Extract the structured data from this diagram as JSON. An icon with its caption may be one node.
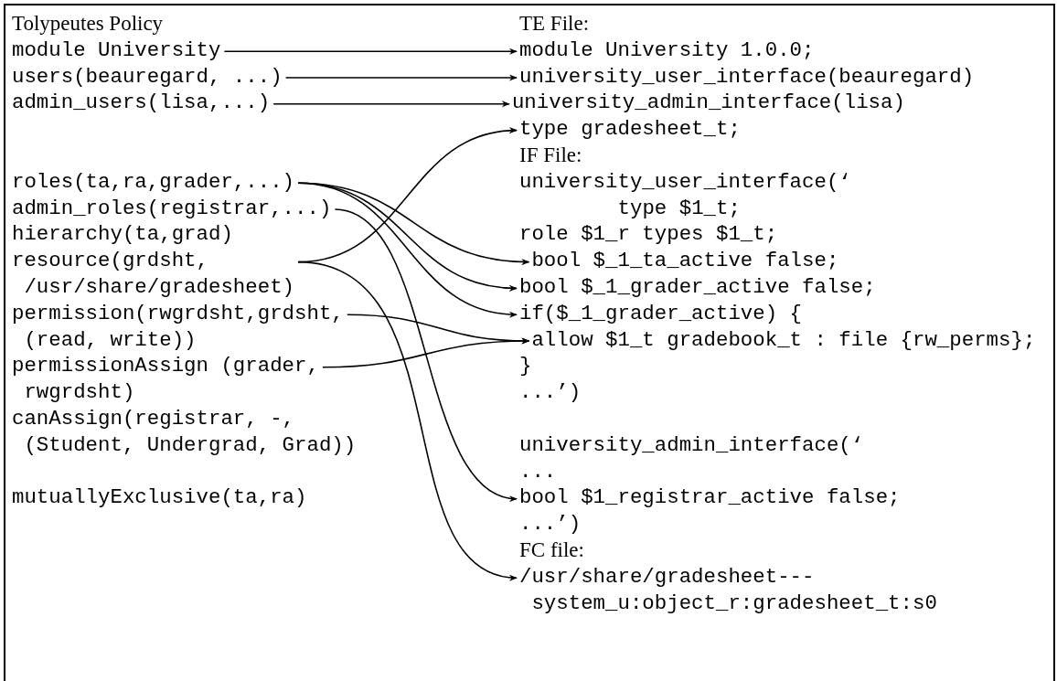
{
  "diagram": {
    "nodes": [
      {
        "text": [
          "module University"
        ]
      },
      {
        "text": [
          "users(beauregard, ...)"
        ]
      },
      {
        "text": [
          "admin_users(lisa,...)"
        ]
      },
      {
        "text": [
          "roles(ta,ra,grader,...)"
        ]
      },
      {
        "text": [
          "admin_roles(registrar,...)"
        ]
      },
      {
        "text": [
          "resource(grdsht, /usr/share/gradesheet)"
        ]
      },
      {
        "text": [
          "permission(rwgrdsht,grdsht, (read, write))"
        ]
      },
      {
        "text": [
          "permissionAssign (grader, rwgrdsht)"
        ]
      },
      {
        "text": [
          "module University 1.0.0;"
        ]
      },
      {
        "text": [
          "university_user_interface(beauregard)"
        ]
      },
      {
        "text": [
          "university_admin_interface(lisa)"
        ]
      },
      {
        "text": [
          "type gradesheet_t;"
        ]
      },
      {
        "text": [
          "bool $_1_ta_active false;"
        ]
      },
      {
        "text": [
          "bool $_1_grader_active false;"
        ]
      },
      {
        "text": [
          "if($_1_grader_active) {"
        ]
      },
      {
        "text": [
          "allow $1_t gradebook_t : file {rw_perms};"
        ]
      },
      {
        "text": [
          "bool $1_registrar_active false;"
        ]
      },
      {
        "text": [
          "/usr/share/gradesheet--- system_u:object_r:gradesheet_t:s0"
        ]
      }
    ],
    "edges": [
      {
        "from": 0,
        "to": 8,
        "arrow": "to"
      },
      {
        "from": 1,
        "to": 9,
        "arrow": "to"
      },
      {
        "from": 2,
        "to": 10,
        "arrow": "to"
      },
      {
        "from": 5,
        "to": 11,
        "arrow": "to"
      },
      {
        "from": 3,
        "to": 12,
        "arrow": "to"
      },
      {
        "from": 3,
        "to": 13,
        "arrow": "to"
      },
      {
        "from": 3,
        "to": 14,
        "arrow": "to"
      },
      {
        "from": 6,
        "to": 15,
        "arrow": "to"
      },
      {
        "from": 7,
        "to": 15,
        "arrow": "to"
      },
      {
        "from": 4,
        "to": 16,
        "arrow": "to"
      },
      {
        "from": 5,
        "to": 17,
        "arrow": "to"
      }
    ],
    "labels": [
      "Tolypeutes Policy",
      "hierarchy(ta,grad)",
      "canAssign(registrar, -, (Student, Undergrad, Grad))",
      "mutuallyExclusive(ta,ra)",
      "TE File:",
      "IF File:",
      "university_user_interface(‘",
      "type $1_t;",
      "role $1_r types $1_t;",
      "}",
      "...’)",
      "university_admin_interface(‘",
      "...",
      "...’)",
      "FC file:"
    ]
  }
}
